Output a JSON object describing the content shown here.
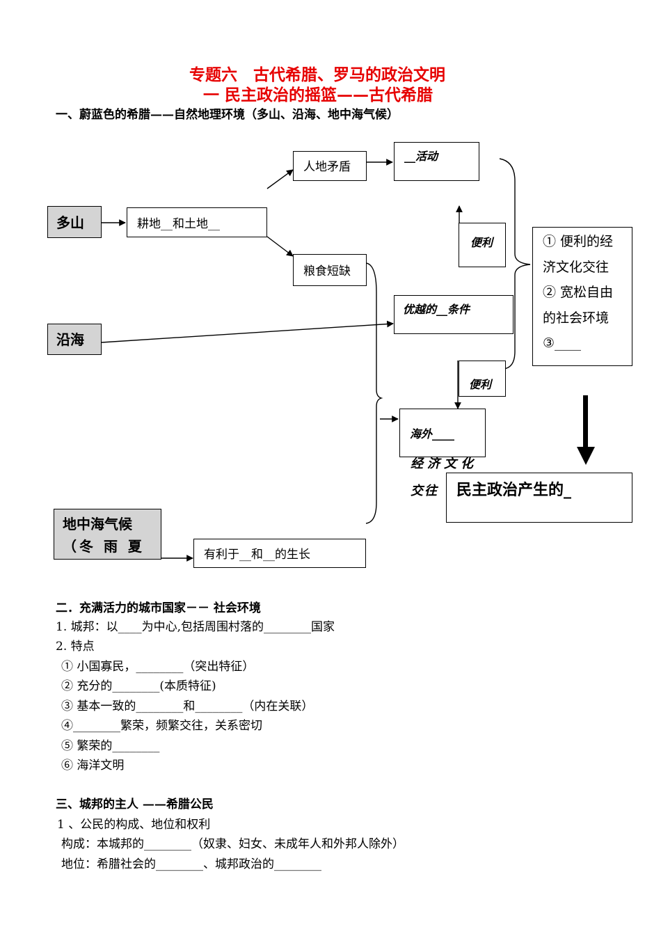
{
  "title": {
    "line1": "专题六　古代希腊、罗马的政治文明",
    "line2": "一 民主政治的摇篮——古代希腊"
  },
  "section1": {
    "heading": "一、蔚蓝色的希腊——自然地理环境（多山、沿海、地中海气候）",
    "diagram": {
      "mountain": "多山",
      "sea": "沿海",
      "climate_line1": "地中海气候",
      "climate_line2": "（冬 雨 夏",
      "arable_land": "耕地__和土地__",
      "people_land_conflict": "人地矛盾",
      "food_shortage": "粮食短缺",
      "activity": "__活动",
      "superior_conditions": "优越的__条件",
      "convenience_1": "便利",
      "convenience_2": "便利",
      "overseas": "海外____",
      "overseas_line2": "经济文化",
      "overseas_line3": "交往",
      "growth": "有利于__和__的生长",
      "factors": [
        "① 便利的经",
        "济文化交往",
        "② 宽松自由",
        "的社会环境",
        "③____"
      ],
      "democracy": "民主政治产生的_"
    }
  },
  "section2": {
    "heading": "二．充满活力的城市国家－－ 社会环境",
    "lines": [
      "1. 城邦：以____为中心,包括周围村落的________国家",
      "2. 特点",
      "① 小国寡民，________（突出特征）",
      "② 充分的________(本质特征)",
      "③ 基本一致的________和________（内在关联）",
      "④________繁荣，频繁交往，关系密切",
      "⑤ 繁荣的________",
      "⑥ 海洋文明"
    ]
  },
  "section3": {
    "heading": "三、城邦的主人 ——希腊公民",
    "lines": [
      "1 、公民的构成、地位和权利",
      "构成：本城邦的________（奴隶、妇女、未成年人和外邦人除外）",
      "地位：希腊社会的________、城邦政治的________"
    ]
  }
}
